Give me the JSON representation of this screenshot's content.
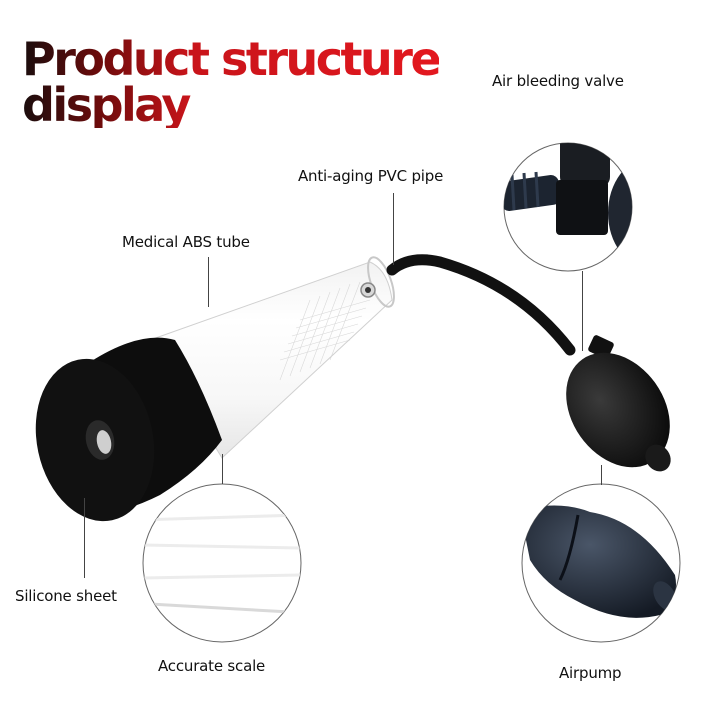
{
  "title": {
    "line1": "Product structure",
    "line2": "display",
    "gradient": [
      "#1a0d0d",
      "#c8141a",
      "#e3181f"
    ]
  },
  "labels": {
    "air_bleeding_valve": "Air bleeding valve",
    "anti_aging_pvc_pipe": "Anti-aging PVC pipe",
    "medical_abs_tube": "Medical ABS tube",
    "silicone_sheet": "Silicone sheet",
    "accurate_scale": "Accurate scale",
    "airpump": "Airpump"
  },
  "callouts": [
    {
      "name": "air-bleeding-valve-detail",
      "label": "Air bleeding valve"
    },
    {
      "name": "accurate-scale-detail",
      "label": "Accurate scale"
    },
    {
      "name": "airpump-detail",
      "label": "Airpump"
    }
  ]
}
